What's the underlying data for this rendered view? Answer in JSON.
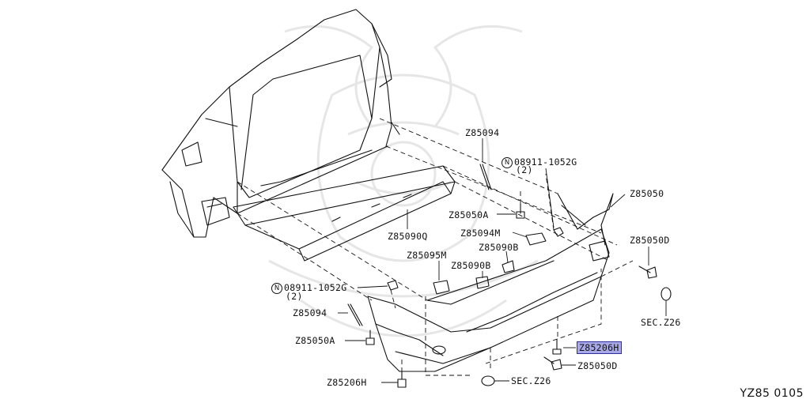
{
  "diagram": {
    "reference": "YZ85 0105",
    "labels": {
      "z85094_top": "Z85094",
      "n_top": "N",
      "bolt_top": "08911-1052G",
      "qty_top": "(2)",
      "z85050": "Z85050",
      "z85050a_top": "Z85050A",
      "z85094m": "Z85094M",
      "z85090b_top": "Z85090B",
      "z85050d_right": "Z85050D",
      "z85090q": "Z85090Q",
      "z85095m": "Z85095M",
      "z85090b_mid": "Z85090B",
      "n_bottom": "N",
      "bolt_bottom": "08911-1052G",
      "qty_bottom": "(2)",
      "sec_z26_right": "SEC.Z26",
      "z85094_bottom": "Z85094",
      "z85050a_bottom": "Z85050A",
      "z85206h_selected": "Z85206H",
      "z85050d_bottom": "Z85050D",
      "sec_z26_bottom": "SEC.Z26",
      "z85206h_bottom": "Z85206H"
    }
  }
}
